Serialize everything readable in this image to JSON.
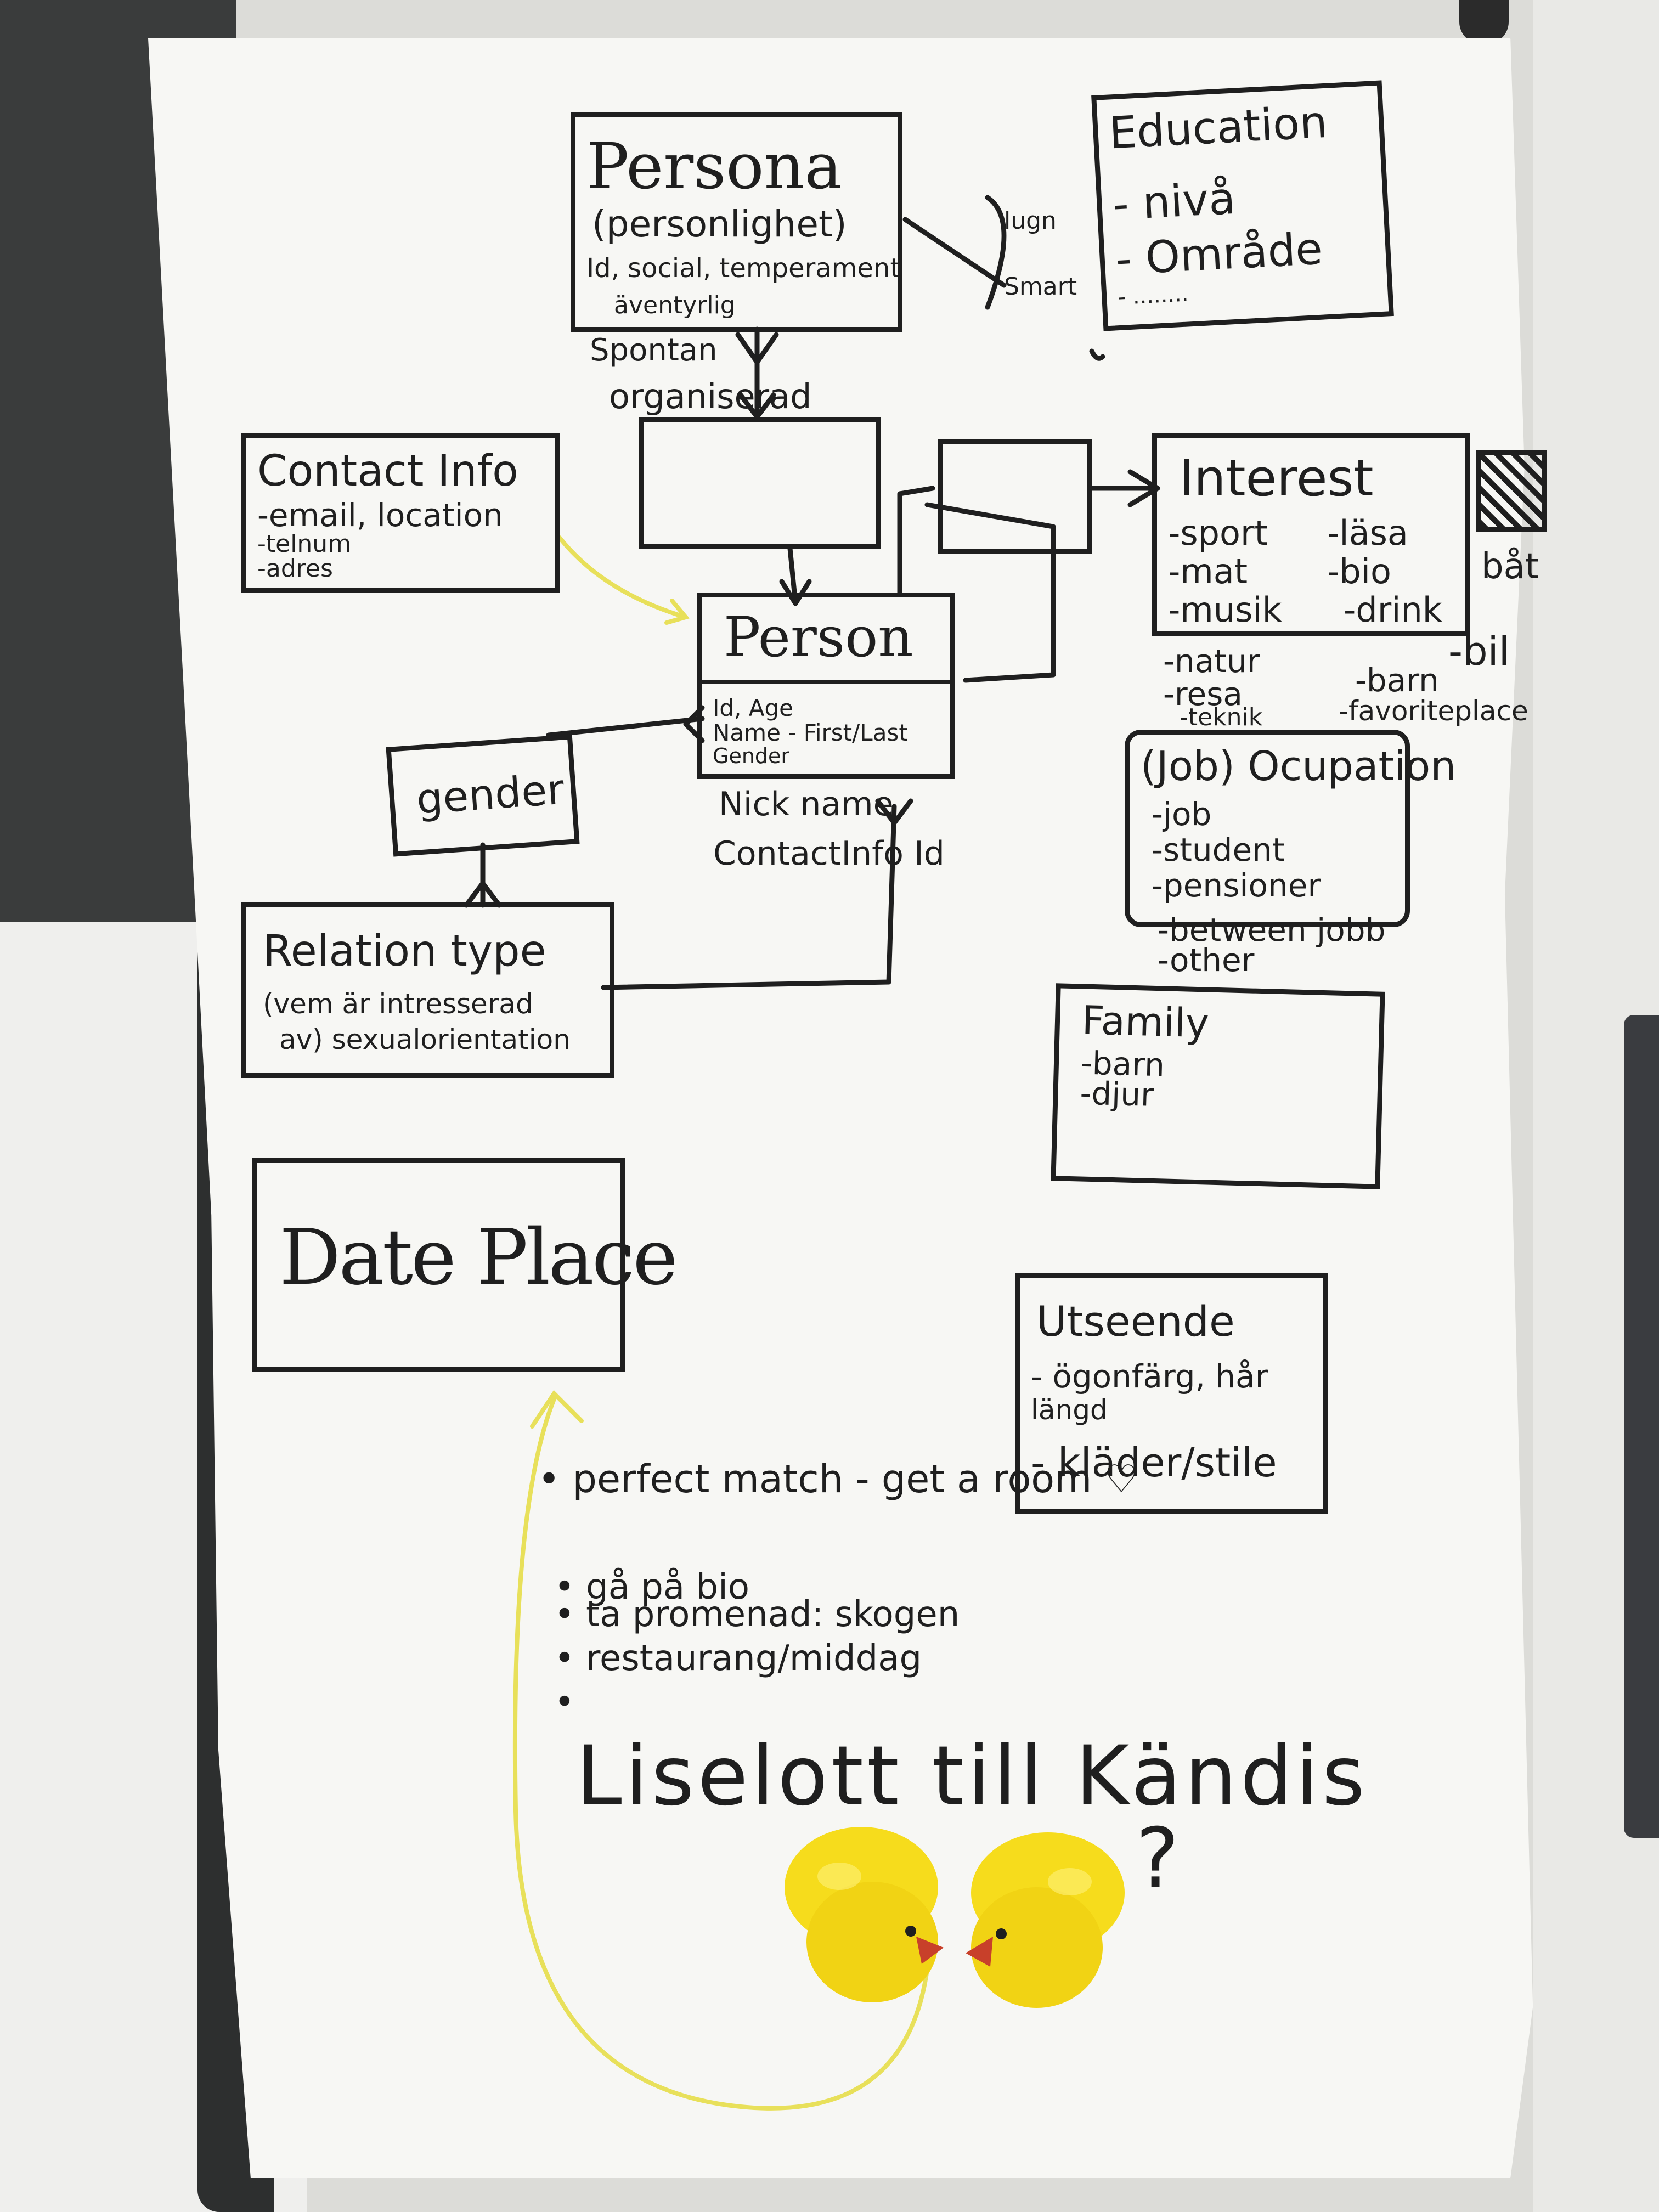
{
  "diagram": {
    "persona": {
      "title": "Persona",
      "subtitle": "(personlighet)",
      "line1": "Id, social, temperament",
      "line2": "äventyrlig",
      "side1": "lugn",
      "side2": "Smart",
      "below1": "Spontan",
      "below2": "organiserad"
    },
    "education": {
      "title": "Education",
      "item1": "- nivå",
      "item2": "- Område",
      "item3": "- ........"
    },
    "contact_info": {
      "title": "Contact Info",
      "item1": "-email, location",
      "item2": "-telnum",
      "item3": "-adres"
    },
    "interest": {
      "title": "Interest",
      "items": [
        "-sport",
        "-läsa",
        "-mat",
        "-bio",
        "-musik",
        "-drink",
        "-bil"
      ],
      "more": [
        "-natur",
        "-barn",
        "-resa",
        "-teknik",
        "-favoriteplace"
      ],
      "side": "båt"
    },
    "person": {
      "title": "Person",
      "attr1": "Id, Age",
      "attr2": "Name - First/Last",
      "attr3": "Gender",
      "extra1": "Nick name",
      "extra2": "ContactInfo Id"
    },
    "gender": {
      "title": "gender"
    },
    "relation_type": {
      "title": "Relation type",
      "line1": "(vem är intresserad",
      "line2": "av) sexualorientation"
    },
    "occupation": {
      "title": "(Job) Ocupation",
      "items": [
        "-job",
        "-student",
        "-pensioner",
        "-between jobb",
        "-other"
      ]
    },
    "family": {
      "title": "Family",
      "items": [
        "-barn",
        "-djur"
      ]
    },
    "date_place": {
      "title": "Date Place"
    },
    "utseende": {
      "title": "Utseende",
      "line1": "- ögonfärg, hår",
      "line2": "längd",
      "line3": "- kläder/stile"
    },
    "notes": {
      "bullets": [
        "perfect match - get a room ♡",
        "gå på bio",
        "ta promenad: skogen",
        "restaurang/middag",
        ""
      ],
      "footer": "Liselott till Kändis",
      "question": "?"
    },
    "colors": {
      "ink": "#1f1f1f",
      "yellow_arrow": "#e8e05a",
      "duck": "#f6dc1c",
      "beak": "#c8402a"
    }
  }
}
